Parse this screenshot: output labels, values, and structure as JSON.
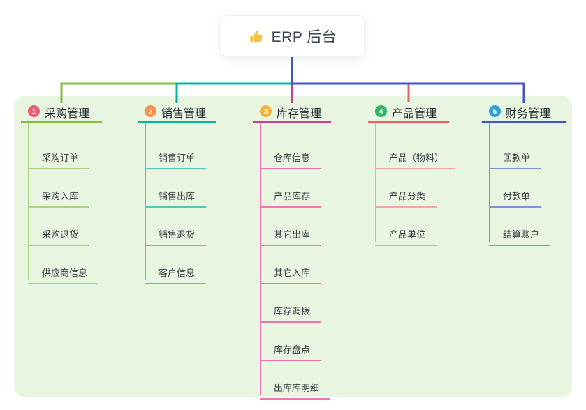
{
  "root": {
    "label": "ERP 后台",
    "icon": "thumbs-up-icon",
    "icon_color": "#f6c244"
  },
  "canvas": {
    "background": "#ffffff",
    "panel_background": "#e8f5e1",
    "stem_color": "#4156c3"
  },
  "branches": [
    {
      "number": "1",
      "label": "采购管理",
      "badge_color": "#ef5b72",
      "line_color": "#84bd3f",
      "child_line_color": "#a9d37c",
      "children": [
        "采购订单",
        "采购入库",
        "采购退货",
        "供应商信息"
      ]
    },
    {
      "number": "2",
      "label": "销售管理",
      "badge_color": "#fa8e4b",
      "line_color": "#00b3a4",
      "child_line_color": "#53c6bb",
      "children": [
        "销售订单",
        "销售出库",
        "销售退货",
        "客户信息"
      ]
    },
    {
      "number": "3",
      "label": "库存管理",
      "badge_color": "#f7b32c",
      "line_color": "#cb3d96",
      "child_line_color": "#ef74b3",
      "children": [
        "仓库信息",
        "产品库存",
        "其它出库",
        "其它入库",
        "库存调拨",
        "库存盘点",
        "出库库明细"
      ]
    },
    {
      "number": "4",
      "label": "产品管理",
      "badge_color": "#2db568",
      "line_color": "#f25f5f",
      "child_line_color": "#f8a2a2",
      "children": [
        "产品（物料）",
        "产品分类",
        "产品单位"
      ]
    },
    {
      "number": "5",
      "label": "财务管理",
      "badge_color": "#2aa2de",
      "line_color": "#4156c3",
      "child_line_color": "#7b93d6",
      "children": [
        "回款单",
        "付款单",
        "结算账户"
      ]
    }
  ]
}
